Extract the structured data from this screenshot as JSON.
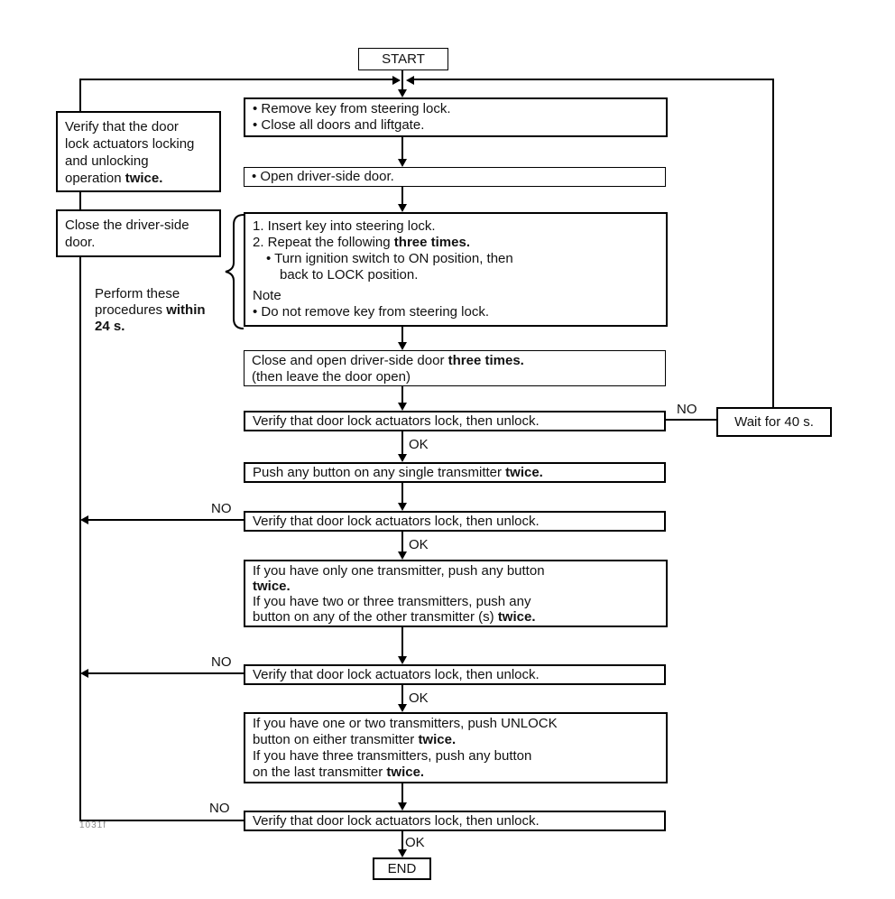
{
  "figure_code": "1031f",
  "labels": {
    "start": "START",
    "end": "END",
    "wait": "Wait for 40 s.",
    "no": "NO",
    "ok": "OK"
  },
  "side": {
    "verify_twice": [
      {
        "seg": [
          {
            "t": "Verify that the door"
          }
        ]
      },
      {
        "seg": [
          {
            "t": "lock actuators locking"
          }
        ]
      },
      {
        "seg": [
          {
            "t": "and unlocking"
          }
        ]
      },
      {
        "seg": [
          {
            "t": "operation "
          },
          {
            "t": "twice.",
            "b": 1
          }
        ]
      }
    ],
    "close_door": [
      {
        "seg": [
          {
            "t": "Close the driver-side"
          }
        ]
      },
      {
        "seg": [
          {
            "t": "door."
          }
        ]
      }
    ],
    "perform_note": [
      {
        "seg": [
          {
            "t": "Perform these"
          }
        ]
      },
      {
        "seg": [
          {
            "t": "procedures "
          },
          {
            "t": "within",
            "b": 1
          }
        ]
      },
      {
        "seg": [
          {
            "t": "24 s.",
            "b": 1
          }
        ]
      }
    ]
  },
  "steps": {
    "remove_key": [
      {
        "seg": [
          {
            "t": "• Remove key from steering lock."
          }
        ]
      },
      {
        "seg": [
          {
            "t": "• Close all doors and liftgate."
          }
        ]
      }
    ],
    "open_door": [
      {
        "seg": [
          {
            "t": "• Open driver-side door."
          }
        ]
      }
    ],
    "ignition": [
      {
        "seg": [
          {
            "t": "1. Insert key into steering lock."
          }
        ]
      },
      {
        "seg": [
          {
            "t": "2. Repeat the following "
          },
          {
            "t": "three times.",
            "b": 1
          }
        ]
      },
      {
        "indent": 1,
        "seg": [
          {
            "t": "• Turn ignition switch to ON position, then"
          }
        ]
      },
      {
        "indent": 2,
        "seg": [
          {
            "t": "back to LOCK position."
          }
        ]
      },
      {
        "gap": 1,
        "seg": [
          {
            "t": "Note"
          }
        ]
      },
      {
        "seg": [
          {
            "t": "• Do not remove key from steering lock."
          }
        ]
      }
    ],
    "close_open_door": [
      {
        "seg": [
          {
            "t": "Close and open driver-side door "
          },
          {
            "t": "three times.",
            "b": 1
          }
        ]
      },
      {
        "seg": [
          {
            "t": "(then leave the door open)"
          }
        ]
      }
    ],
    "verify": [
      {
        "seg": [
          {
            "t": "Verify that door lock actuators lock, then unlock."
          }
        ]
      }
    ],
    "push_single": [
      {
        "seg": [
          {
            "t": "Push any button on any single transmitter "
          },
          {
            "t": "twice.",
            "b": 1
          }
        ]
      }
    ],
    "one_or_more": [
      {
        "seg": [
          {
            "t": "If you have only one transmitter, push any button"
          }
        ]
      },
      {
        "seg": [
          {
            "t": "twice.",
            "b": 1
          }
        ]
      },
      {
        "seg": [
          {
            "t": "If you have two or three transmitters, push any"
          }
        ]
      },
      {
        "seg": [
          {
            "t": "button on any of the other transmitter (s) "
          },
          {
            "t": "twice.",
            "b": 1
          }
        ]
      }
    ],
    "unlock_push": [
      {
        "seg": [
          {
            "t": "If you have one or two transmitters, push UNLOCK"
          }
        ]
      },
      {
        "seg": [
          {
            "t": "button on either transmitter "
          },
          {
            "t": "twice.",
            "b": 1
          }
        ]
      },
      {
        "seg": [
          {
            "t": "If you have three transmitters, push any button"
          }
        ]
      },
      {
        "seg": [
          {
            "t": "on the last transmitter "
          },
          {
            "t": "twice.",
            "b": 1
          }
        ]
      }
    ]
  }
}
